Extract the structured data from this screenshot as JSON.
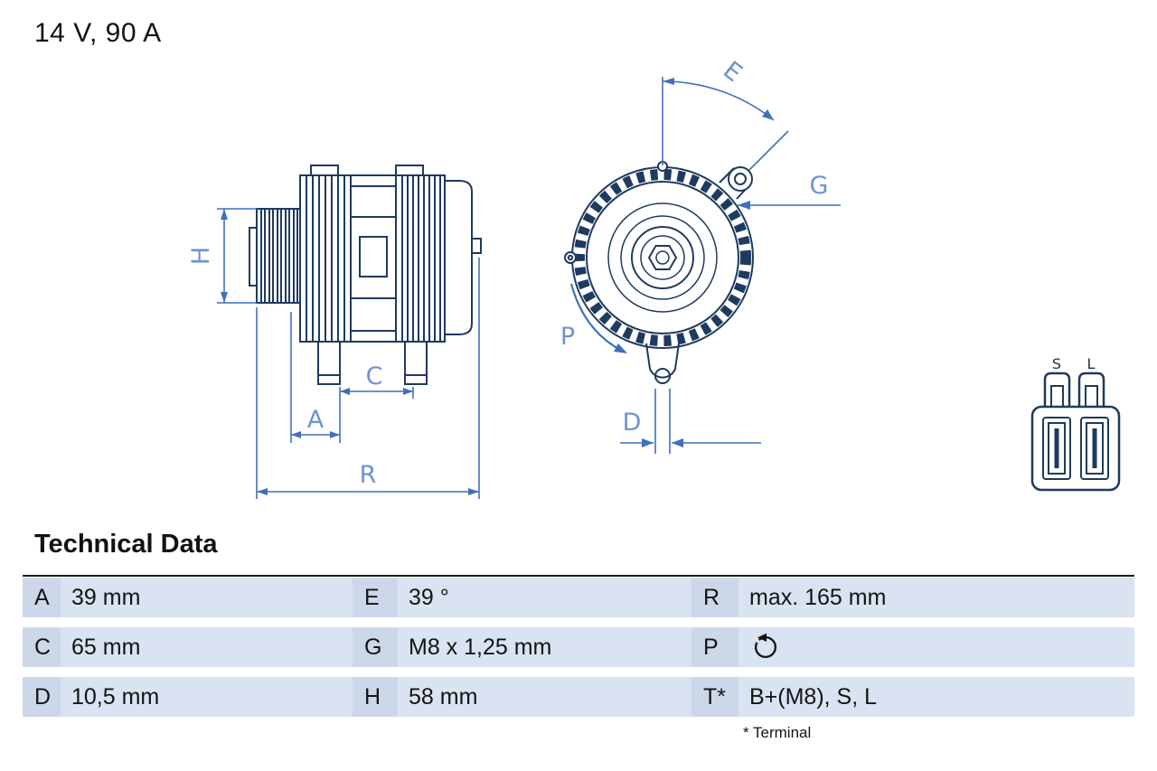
{
  "header": {
    "title": "14 V, 90 A"
  },
  "diagram": {
    "dim_labels": {
      "H": "H",
      "A": "A",
      "C": "C",
      "R": "R",
      "E": "E",
      "G": "G",
      "P": "P",
      "D": "D"
    },
    "connector": {
      "pin1": "S",
      "pin2": "L"
    }
  },
  "technical_data": {
    "heading": "Technical Data",
    "rows": [
      [
        {
          "key": "A",
          "value": "39 mm"
        },
        {
          "key": "E",
          "value": "39 °"
        },
        {
          "key": "R",
          "value": "max. 165 mm"
        }
      ],
      [
        {
          "key": "C",
          "value": "65 mm"
        },
        {
          "key": "G",
          "value": "M8 x 1,25 mm"
        },
        {
          "key": "P",
          "value": "",
          "icon": "rotation-direction-icon"
        }
      ],
      [
        {
          "key": "D",
          "value": "10,5 mm"
        },
        {
          "key": "H",
          "value": "58 mm"
        },
        {
          "key": "T*",
          "value": "B+(M8), S, L"
        }
      ]
    ],
    "footnote": "* Terminal"
  },
  "colors": {
    "drawing_line": "#1e3a5f",
    "dimension_line": "#3f6fbe",
    "dimension_label": "#6e92d4",
    "table_key_bg": "#ccd8e9",
    "table_value_bg": "#d9e3f1"
  }
}
